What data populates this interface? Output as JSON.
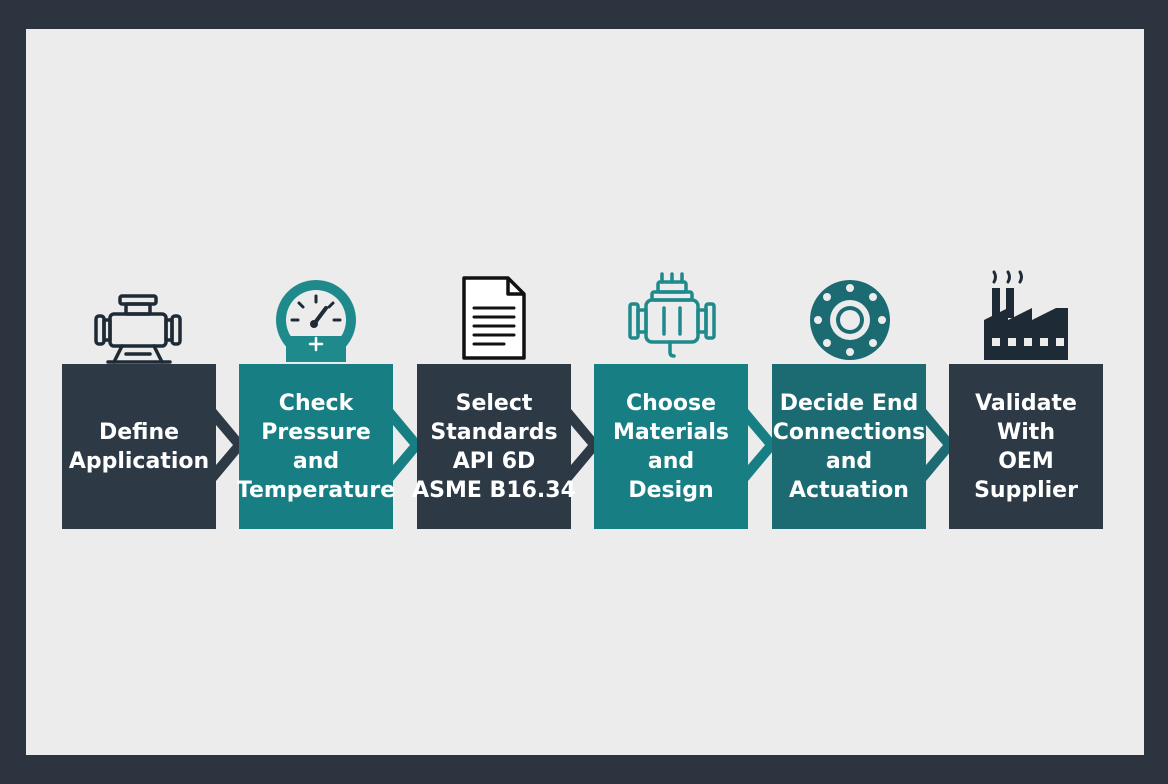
{
  "colors": {
    "frame": "#2c3440",
    "canvas": "#ececec",
    "dark": "#2d3945",
    "teal": "#177f84",
    "teal_deep": "#1d6b72",
    "icon_dark": "#1e2a35",
    "icon_teal": "#1f8a8c"
  },
  "steps": [
    {
      "lines": [
        "Define",
        "Application"
      ],
      "icon": "pipe-valve-icon"
    },
    {
      "lines": [
        "Check",
        "Pressure",
        "and",
        "Temperature"
      ],
      "icon": "pressure-gauge-icon"
    },
    {
      "lines": [
        "Select",
        "Standards",
        "API 6D",
        "ASME B16.34"
      ],
      "icon": "document-icon"
    },
    {
      "lines": [
        "Choose",
        "Materials",
        "and",
        "Design"
      ],
      "icon": "valve-body-icon"
    },
    {
      "lines": [
        "Decide End",
        "Connections",
        "and",
        "Actuation"
      ],
      "icon": "flange-icon"
    },
    {
      "lines": [
        "Validate",
        "With",
        "OEM",
        "Supplier"
      ],
      "icon": "factory-icon"
    }
  ]
}
